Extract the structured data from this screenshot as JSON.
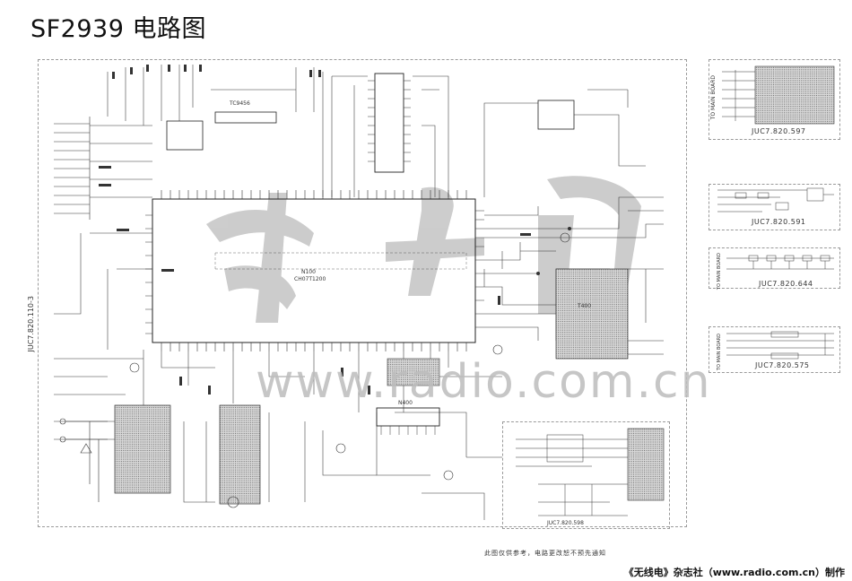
{
  "title": "SF2939 电路图",
  "main_board": {
    "side_label": "JUC7.820.110-3",
    "ic_main": "N100",
    "ic_main_part": "CH07T1200",
    "ic_n101": "TC9456",
    "ic_n400": "N400",
    "ic_t400": "T400"
  },
  "sub_boards": [
    {
      "code": "JUC7.820.597",
      "side": "TO MAIN BOARD"
    },
    {
      "code": "JUC7.820.591"
    },
    {
      "code": "JUC7.820.644",
      "side": "TO MAIN BOARD"
    },
    {
      "code": "JUC7.820.575",
      "side": "TO MAIN BOARD"
    },
    {
      "code": "JUC7.820.598"
    }
  ],
  "watermark": "www.radio.com.cn",
  "note": "此图仅供参考，电路更改恕不预先通知",
  "credit": "《无线电》杂志社（www.radio.com.cn）制作"
}
